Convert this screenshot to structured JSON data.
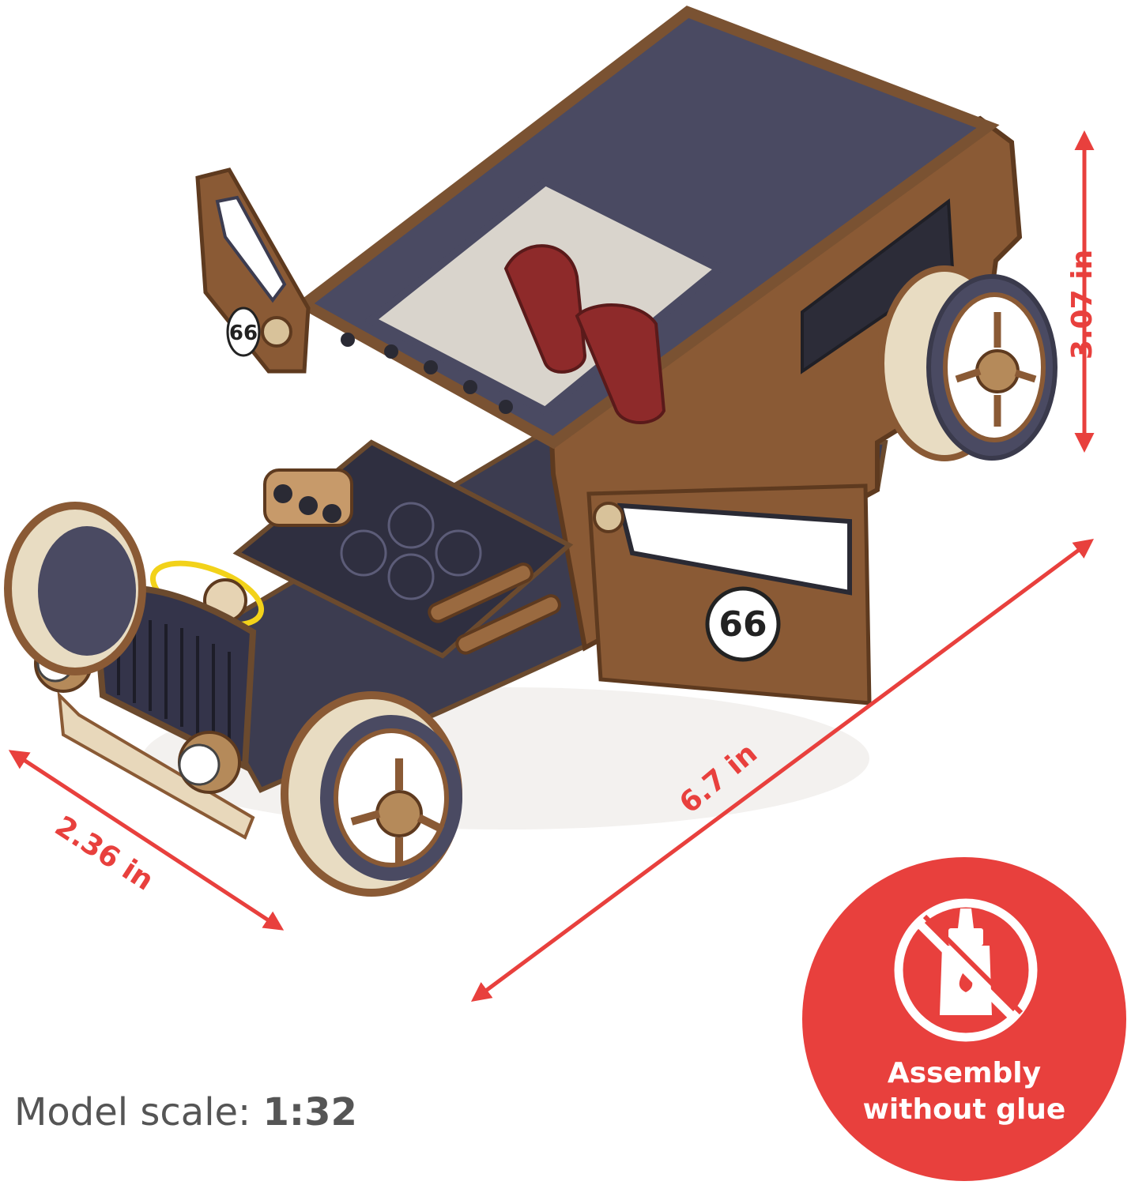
{
  "dimensions": {
    "height": "3.07 in",
    "length": "6.7 in",
    "width": "2.36 in"
  },
  "scale": {
    "label": "Model scale:",
    "value": "1:32"
  },
  "badge": {
    "line1": "Assembly",
    "line2": "without glue",
    "icon": "no-glue-icon"
  },
  "product": {
    "number": "66"
  },
  "colors": {
    "accent": "#e8403d",
    "wood": "#8a5a35",
    "panel": "#4a4a62",
    "seat": "#8e2a2a"
  }
}
